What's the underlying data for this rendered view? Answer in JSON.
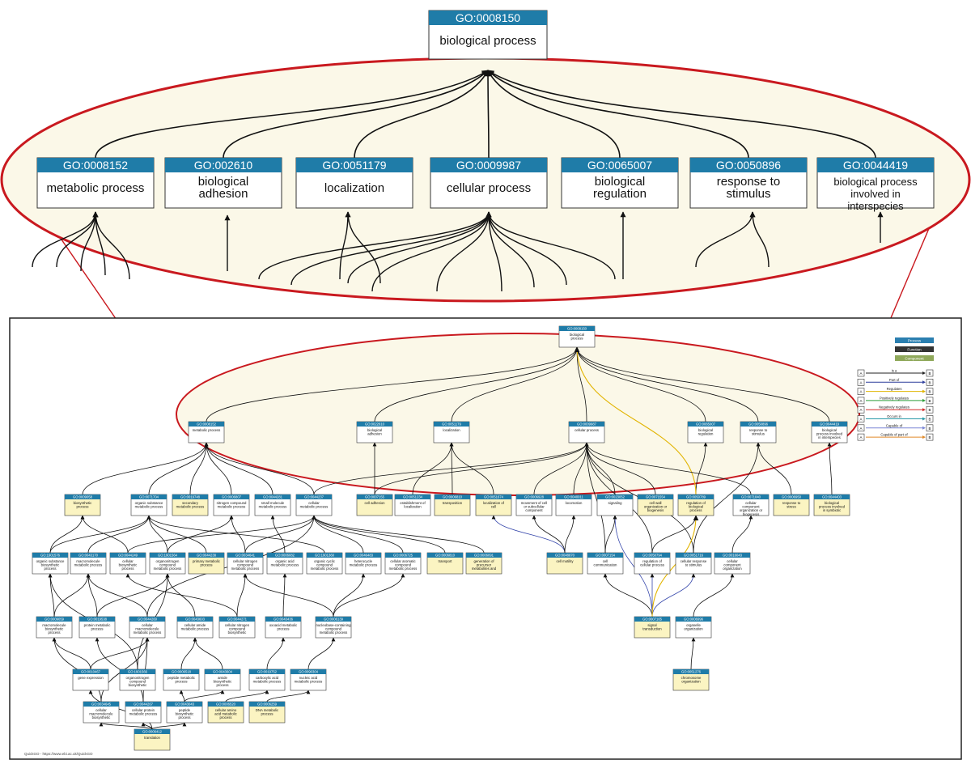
{
  "footer": "QuickGO - https://www.ebi.ac.uk/QuickGO",
  "legend": {
    "types": [
      {
        "label": "Process",
        "color": "#2b7fb0"
      },
      {
        "label": "Function",
        "color": "#333333"
      },
      {
        "label": "Component",
        "color": "#8fa85a"
      }
    ],
    "relations": [
      {
        "label": "Is a",
        "color": "#222222"
      },
      {
        "label": "Part of",
        "color": "#2f3f9c"
      },
      {
        "label": "Regulates",
        "color": "#e0b400"
      },
      {
        "label": "Positively regulates",
        "color": "#2e9e3a"
      },
      {
        "label": "Negatively regulates",
        "color": "#d42a2a"
      },
      {
        "label": "Occurs in",
        "color": "#2a9aa8"
      },
      {
        "label": "Capable of",
        "color": "#7a86d6"
      },
      {
        "label": "Capable of part of",
        "color": "#e08a2a"
      }
    ],
    "from": "A",
    "to": "B"
  },
  "zoom": {
    "root": {
      "id": "GO:0008150",
      "name": "biological process"
    },
    "children": [
      {
        "id": "GO:0008152",
        "name": "metabolic process"
      },
      {
        "id": "GO:002610",
        "name": "biological adhesion"
      },
      {
        "id": "GO:0051179",
        "name": "localization"
      },
      {
        "id": "GO:0009987",
        "name": "cellular process"
      },
      {
        "id": "GO:0065007",
        "name": "biological regulation"
      },
      {
        "id": "GO:0050896",
        "name": "response to stimulus"
      },
      {
        "id": "GO:0044419",
        "name": "biological process involved in interspecies"
      }
    ]
  },
  "nodes": [
    {
      "key": "n0",
      "id": "GO:0008150",
      "name": "biological process",
      "hl": false
    },
    {
      "key": "m1",
      "id": "GO:0008152",
      "name": "metabolic process",
      "hl": false
    },
    {
      "key": "m2",
      "id": "GO:0022610",
      "name": "biological adhesion",
      "hl": false
    },
    {
      "key": "m3",
      "id": "GO:0051179",
      "name": "localization",
      "hl": false
    },
    {
      "key": "m4",
      "id": "GO:0009987",
      "name": "cellular process",
      "hl": false
    },
    {
      "key": "m5",
      "id": "GO:0065007",
      "name": "biological regulation",
      "hl": false
    },
    {
      "key": "m6",
      "id": "GO:0050896",
      "name": "response to stimulus",
      "hl": false
    },
    {
      "key": "m7",
      "id": "GO:0044419",
      "name": "biological process involved in interspecies",
      "hl": false
    },
    {
      "key": "a1",
      "id": "GO:0009058",
      "name": "biosynthetic process",
      "hl": true
    },
    {
      "key": "a2",
      "id": "GO:0071704",
      "name": "organic substance metabolic process",
      "hl": false
    },
    {
      "key": "a3",
      "id": "GO:0019748",
      "name": "secondary metabolic process",
      "hl": true
    },
    {
      "key": "a4",
      "id": "GO:0006807",
      "name": "nitrogen compound metabolic process",
      "hl": false
    },
    {
      "key": "a5",
      "id": "GO:0044281",
      "name": "small molecule metabolic process",
      "hl": false
    },
    {
      "key": "a6",
      "id": "GO:0044237",
      "name": "cellular metabolic process",
      "hl": false
    },
    {
      "key": "b1",
      "id": "GO:0007155",
      "name": "cell adhesion",
      "hl": true
    },
    {
      "key": "b2",
      "id": "GO:0051234",
      "name": "establishment of localization",
      "hl": false
    },
    {
      "key": "b3",
      "id": "GO:0006810",
      "name": "transposition",
      "hl": true
    },
    {
      "key": "b4",
      "id": "GO:0051674",
      "name": "localization of cell",
      "hl": true
    },
    {
      "key": "b5",
      "id": "GO:0006928",
      "name": "movement of cell or subcellular component",
      "hl": false
    },
    {
      "key": "b6",
      "id": "GO:0040011",
      "name": "locomotion",
      "hl": false
    },
    {
      "key": "b7",
      "id": "GO:0023052",
      "name": "signaling",
      "hl": false
    },
    {
      "key": "b8",
      "id": "GO:0071554",
      "name": "cell wall organization or biogenesis",
      "hl": true
    },
    {
      "key": "b9",
      "id": "GO:0050789",
      "name": "regulation of biological process",
      "hl": true
    },
    {
      "key": "b10",
      "id": "GO:0071840",
      "name": "cellular component organization or biogenesis",
      "hl": false
    },
    {
      "key": "b11",
      "id": "GO:0006950",
      "name": "response to stress",
      "hl": true
    },
    {
      "key": "b12",
      "id": "GO:0044403",
      "name": "biological process involved in symbiotic",
      "hl": true
    },
    {
      "key": "c1",
      "id": "GO:1901576",
      "name": "organic substance biosynthetic process",
      "hl": false
    },
    {
      "key": "c2",
      "id": "GO:0043170",
      "name": "macromolecule metabolic process",
      "hl": false
    },
    {
      "key": "c3",
      "id": "GO:0044249",
      "name": "cellular biosynthetic process",
      "hl": false
    },
    {
      "key": "c4",
      "id": "GO:1901564",
      "name": "organonitrogen compound metabolic process",
      "hl": false
    },
    {
      "key": "c5",
      "id": "GO:0044238",
      "name": "primary metabolic process",
      "hl": true
    },
    {
      "key": "c6",
      "id": "GO:0034641",
      "name": "cellular nitrogen compound metabolic process",
      "hl": false
    },
    {
      "key": "c7",
      "id": "GO:0006082",
      "name": "organic acid metabolic process",
      "hl": false
    },
    {
      "key": "c8",
      "id": "GO:1901360",
      "name": "organic cyclic compound metabolic process",
      "hl": false
    },
    {
      "key": "c9",
      "id": "GO:0046483",
      "name": "heterocycle metabolic process",
      "hl": false
    },
    {
      "key": "c10",
      "id": "GO:0006725",
      "name": "cellular aromatic compound metabolic process",
      "hl": false
    },
    {
      "key": "c11",
      "id": "GO:0006810",
      "name": "transport",
      "hl": true
    },
    {
      "key": "c12",
      "id": "GO:0006091",
      "name": "generation of precursor metabolites and",
      "hl": true
    },
    {
      "key": "c13",
      "id": "GO:0048870",
      "name": "cell motility",
      "hl": true
    },
    {
      "key": "c14",
      "id": "GO:0007154",
      "name": "cell communication",
      "hl": false
    },
    {
      "key": "c15",
      "id": "GO:0050794",
      "name": "regulation of cellular process",
      "hl": false
    },
    {
      "key": "c16",
      "id": "GO:0051716",
      "name": "cellular response to stimulus",
      "hl": false
    },
    {
      "key": "c17",
      "id": "GO:0016043",
      "name": "cellular component organization",
      "hl": false
    },
    {
      "key": "d1",
      "id": "GO:0009059",
      "name": "macromolecule biosynthetic process",
      "hl": false
    },
    {
      "key": "d2",
      "id": "GO:0019538",
      "name": "protein metabolic process",
      "hl": false
    },
    {
      "key": "d3",
      "id": "GO:0044260",
      "name": "cellular macromolecule metabolic process",
      "hl": false
    },
    {
      "key": "d4",
      "id": "GO:0043603",
      "name": "cellular amide metabolic process",
      "hl": false
    },
    {
      "key": "d5",
      "id": "GO:0044271",
      "name": "cellular nitrogen compound biosynthetic",
      "hl": false
    },
    {
      "key": "d6",
      "id": "GO:0043436",
      "name": "oxoacid metabolic process",
      "hl": false
    },
    {
      "key": "d7",
      "id": "GO:0006139",
      "name": "nucleobase-containing compound metabolic process",
      "hl": false
    },
    {
      "key": "d8",
      "id": "GO:0007165",
      "name": "signal transduction",
      "hl": true
    },
    {
      "key": "d9",
      "id": "GO:0006996",
      "name": "organelle organization",
      "hl": false
    },
    {
      "key": "e1",
      "id": "GO:0010467",
      "name": "gene expression",
      "hl": false
    },
    {
      "key": "e2",
      "id": "GO:1901566",
      "name": "organonitrogen compound biosynthetic",
      "hl": false
    },
    {
      "key": "e3",
      "id": "GO:0006518",
      "name": "peptide metabolic process",
      "hl": false
    },
    {
      "key": "e4",
      "id": "GO:0043604",
      "name": "amide biosynthetic process",
      "hl": false
    },
    {
      "key": "e5",
      "id": "GO:0019752",
      "name": "carboxylic acid metabolic process",
      "hl": false
    },
    {
      "key": "e6",
      "id": "GO:0090304",
      "name": "nucleic acid metabolic process",
      "hl": false
    },
    {
      "key": "f1",
      "id": "GO:0034645",
      "name": "cellular macromolecule biosynthetic",
      "hl": false
    },
    {
      "key": "f2",
      "id": "GO:0044267",
      "name": "cellular protein metabolic process",
      "hl": false
    },
    {
      "key": "f3",
      "id": "GO:0043043",
      "name": "peptide biosynthetic process",
      "hl": false
    },
    {
      "key": "f4",
      "id": "GO:0006520",
      "name": "cellular amino acid metabolic process",
      "hl": true
    },
    {
      "key": "f5",
      "id": "GO:0006259",
      "name": "DNA metabolic process",
      "hl": true
    },
    {
      "key": "f6",
      "id": "GO:0051276",
      "name": "chromosome organization",
      "hl": true
    },
    {
      "key": "g1",
      "id": "GO:0006412",
      "name": "translation",
      "hl": true
    }
  ],
  "edges": [
    [
      "m1",
      "n0",
      "black"
    ],
    [
      "m2",
      "n0",
      "black"
    ],
    [
      "m3",
      "n0",
      "black"
    ],
    [
      "m4",
      "n0",
      "black"
    ],
    [
      "m5",
      "n0",
      "black"
    ],
    [
      "m6",
      "n0",
      "black"
    ],
    [
      "m7",
      "n0",
      "black"
    ],
    [
      "a1",
      "m1",
      "black"
    ],
    [
      "a2",
      "m1",
      "black"
    ],
    [
      "a3",
      "m1",
      "black"
    ],
    [
      "a4",
      "m1",
      "black"
    ],
    [
      "a5",
      "m1",
      "black"
    ],
    [
      "a6",
      "m1",
      "black"
    ],
    [
      "a6",
      "m4",
      "black"
    ],
    [
      "b1",
      "m2",
      "black"
    ],
    [
      "b1",
      "m4",
      "black"
    ],
    [
      "b2",
      "m3",
      "black"
    ],
    [
      "b3",
      "m3",
      "black"
    ],
    [
      "b4",
      "m3",
      "black"
    ],
    [
      "b5",
      "m4",
      "black"
    ],
    [
      "b6",
      "m4",
      "black"
    ],
    [
      "b7",
      "m4",
      "black"
    ],
    [
      "b8",
      "m4",
      "black"
    ],
    [
      "b9",
      "m5",
      "black"
    ],
    [
      "b9",
      "n0",
      "gold"
    ],
    [
      "b10",
      "m4",
      "black"
    ],
    [
      "b11",
      "m6",
      "black"
    ],
    [
      "b12",
      "m7",
      "black"
    ],
    [
      "c1",
      "a1",
      "black"
    ],
    [
      "c1",
      "a2",
      "black"
    ],
    [
      "c2",
      "a2",
      "black"
    ],
    [
      "c3",
      "a1",
      "black"
    ],
    [
      "c3",
      "a6",
      "black"
    ],
    [
      "c4",
      "a2",
      "black"
    ],
    [
      "c4",
      "a4",
      "black"
    ],
    [
      "c5",
      "a2",
      "black"
    ],
    [
      "c6",
      "a4",
      "black"
    ],
    [
      "c6",
      "a6",
      "black"
    ],
    [
      "c7",
      "a5",
      "black"
    ],
    [
      "c8",
      "a2",
      "black"
    ],
    [
      "c9",
      "a6",
      "black"
    ],
    [
      "c10",
      "a6",
      "black"
    ],
    [
      "c11",
      "a6",
      "black"
    ],
    [
      "c12",
      "a6",
      "black"
    ],
    [
      "c13",
      "b4",
      "blue"
    ],
    [
      "c13",
      "b5",
      "black"
    ],
    [
      "c13",
      "b6",
      "black"
    ],
    [
      "c14",
      "b7",
      "black"
    ],
    [
      "c14",
      "m4",
      "black"
    ],
    [
      "c15",
      "b9",
      "black"
    ],
    [
      "c15",
      "m4",
      "black"
    ],
    [
      "c16",
      "m6",
      "black"
    ],
    [
      "c16",
      "m4",
      "black"
    ],
    [
      "c17",
      "b10",
      "black"
    ],
    [
      "d1",
      "c1",
      "black"
    ],
    [
      "d1",
      "c2",
      "black"
    ],
    [
      "d2",
      "c2",
      "black"
    ],
    [
      "d2",
      "c4",
      "black"
    ],
    [
      "d3",
      "c2",
      "black"
    ],
    [
      "d3",
      "a6",
      "black"
    ],
    [
      "d4",
      "c4",
      "black"
    ],
    [
      "d5",
      "c3",
      "black"
    ],
    [
      "d5",
      "c6",
      "black"
    ],
    [
      "d6",
      "c7",
      "black"
    ],
    [
      "d7",
      "c6",
      "black"
    ],
    [
      "d7",
      "c9",
      "black"
    ],
    [
      "d7",
      "c10",
      "black"
    ],
    [
      "d8",
      "c14",
      "black"
    ],
    [
      "d8",
      "c15",
      "blue"
    ],
    [
      "d8",
      "c16",
      "blue"
    ],
    [
      "d8",
      "b7",
      "blue"
    ],
    [
      "d8",
      "b9",
      "gold"
    ],
    [
      "d9",
      "c17",
      "black"
    ],
    [
      "e1",
      "d1",
      "black"
    ],
    [
      "e1",
      "d3",
      "black"
    ],
    [
      "e2",
      "c4",
      "black"
    ],
    [
      "e2",
      "c1",
      "black"
    ],
    [
      "e3",
      "d4",
      "black"
    ],
    [
      "e4",
      "d4",
      "black"
    ],
    [
      "e5",
      "d6",
      "black"
    ],
    [
      "e6",
      "d7",
      "black"
    ],
    [
      "f1",
      "d1",
      "black"
    ],
    [
      "f1",
      "d3",
      "black"
    ],
    [
      "f2",
      "d2",
      "black"
    ],
    [
      "f2",
      "d3",
      "black"
    ],
    [
      "f3",
      "e3",
      "black"
    ],
    [
      "f3",
      "e4",
      "black"
    ],
    [
      "f4",
      "e5",
      "black"
    ],
    [
      "f5",
      "e6",
      "black"
    ],
    [
      "f6",
      "d9",
      "black"
    ],
    [
      "g1",
      "f1",
      "black"
    ],
    [
      "g1",
      "f2",
      "black"
    ],
    [
      "g1",
      "f3",
      "black"
    ],
    [
      "g1",
      "e1",
      "black"
    ]
  ]
}
